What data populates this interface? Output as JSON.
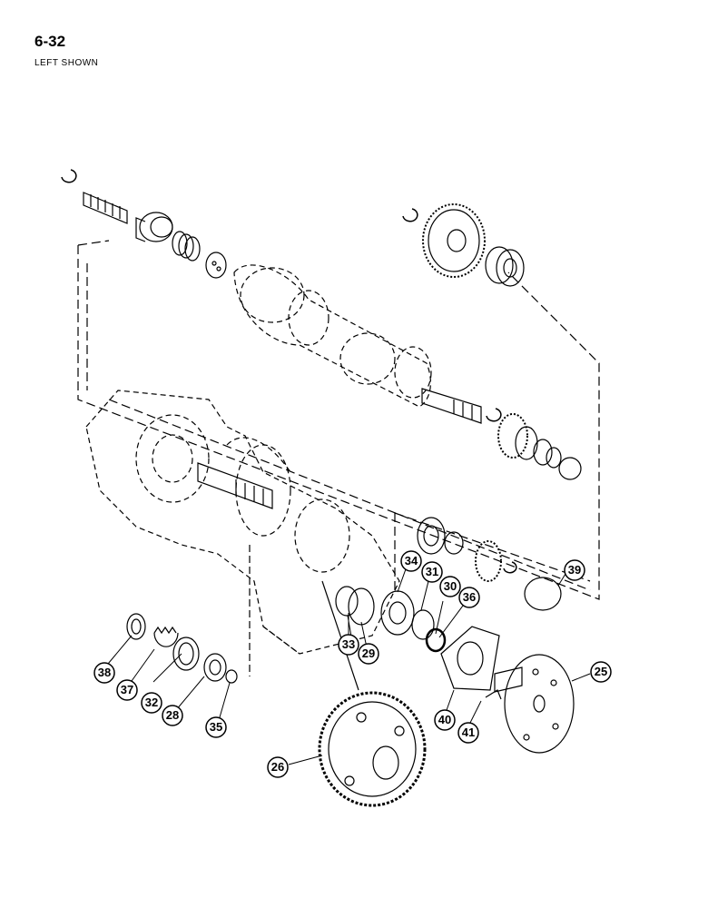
{
  "header": {
    "page_number": "6-32",
    "view_note": "LEFT SHOWN"
  },
  "callouts": [
    {
      "id": "c25",
      "label": "25"
    },
    {
      "id": "c26",
      "label": "26"
    },
    {
      "id": "c28",
      "label": "28"
    },
    {
      "id": "c29",
      "label": "29"
    },
    {
      "id": "c30",
      "label": "30"
    },
    {
      "id": "c31",
      "label": "31"
    },
    {
      "id": "c32",
      "label": "32"
    },
    {
      "id": "c33",
      "label": "33"
    },
    {
      "id": "c34",
      "label": "34"
    },
    {
      "id": "c35",
      "label": "35"
    },
    {
      "id": "c36",
      "label": "36"
    },
    {
      "id": "c37",
      "label": "37"
    },
    {
      "id": "c38",
      "label": "38"
    },
    {
      "id": "c39",
      "label": "39"
    },
    {
      "id": "c40",
      "label": "40"
    },
    {
      "id": "c41",
      "label": "41"
    }
  ]
}
